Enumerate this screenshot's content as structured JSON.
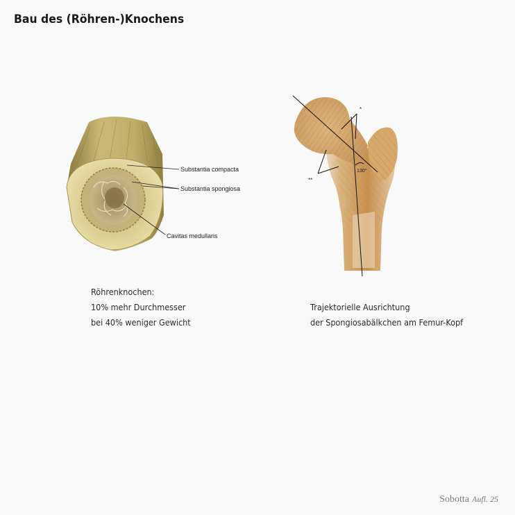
{
  "title": "Bau des (Röhren-)Knochens",
  "bone_labels": {
    "compacta": "Substantia compacta",
    "spongiosa": "Substantia spongiosa",
    "medullaris": "Cavitas medullaris"
  },
  "femur_labels": {
    "single_asterisk": "*",
    "double_asterisk": "**",
    "angle": "130°"
  },
  "caption_left": {
    "line1": "Röhrenknochen:",
    "line2": "10% mehr Durchmesser",
    "line3": "bei 40% weniger Gewicht"
  },
  "caption_right": {
    "line1": "Trajektorielle Ausrichtung",
    "line2": "der Spongiosabälkchen am Femur-Kopf"
  },
  "footer": {
    "brand": "Sobotta",
    "edition": "Aufl. 25"
  }
}
